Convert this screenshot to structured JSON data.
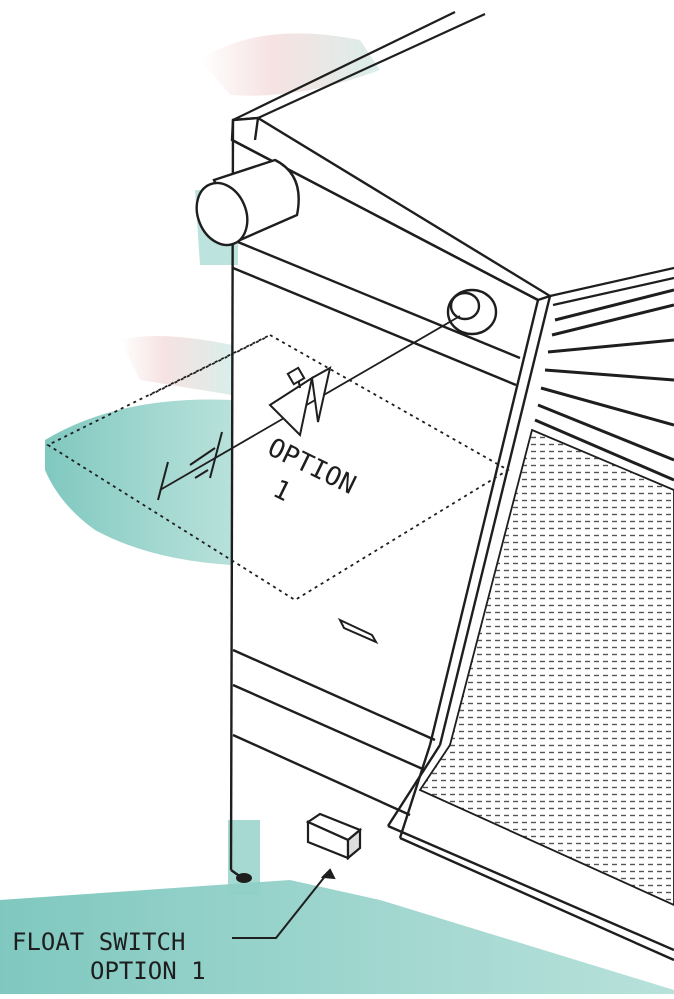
{
  "labels": {
    "option_panel_line1": "OPTION",
    "option_panel_line2": "1",
    "float_switch_line1": "FLOAT SWITCH",
    "float_switch_line2": "OPTION 1"
  },
  "colors": {
    "ink": "#1e1e1e",
    "paper": "#ffffff",
    "teal_shadow": "#8fd0c6",
    "teal_deep": "#4eb3a7",
    "pink_tint": "#e8b4b4"
  },
  "icons": {
    "valve": "solenoid-valve-symbol",
    "strainer": "strainer-symbol",
    "pipe_stub": "cylindrical-pipe-stub",
    "float_switch": "float-switch-box"
  }
}
